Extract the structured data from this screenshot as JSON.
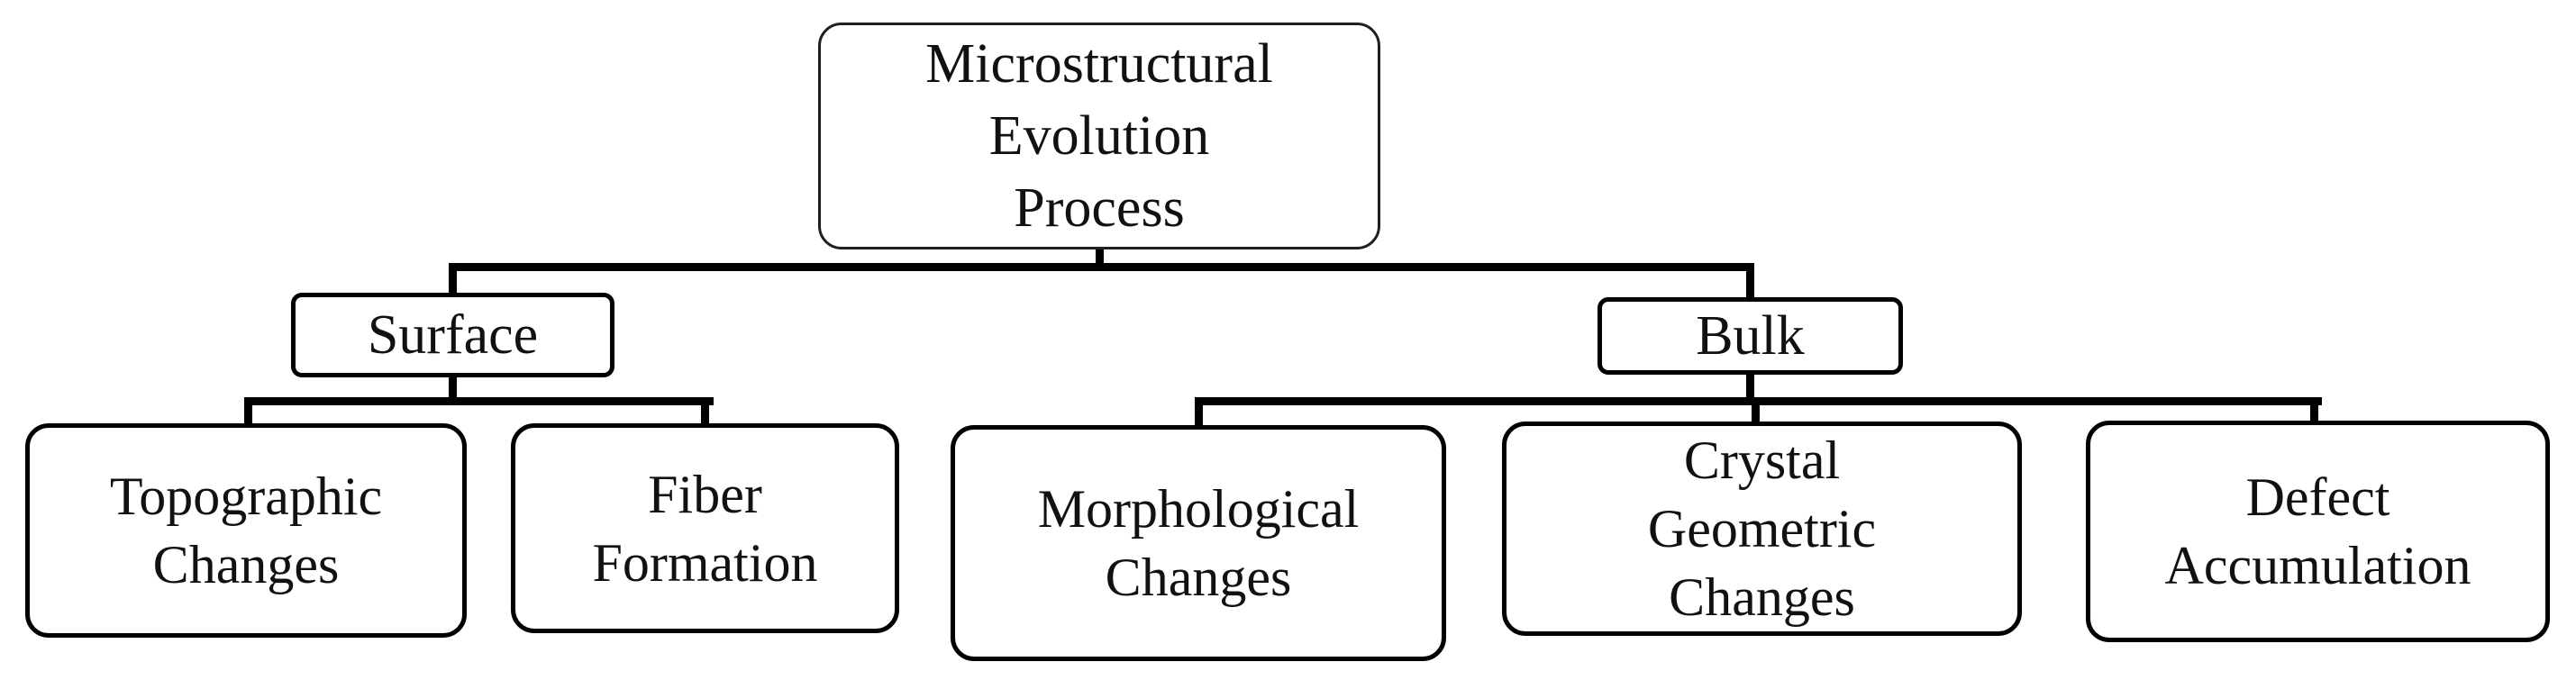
{
  "figure": {
    "type": "hierarchy-diagram",
    "title": "Microstructural Evolution Process hierarchy",
    "background_color": "#ffffff",
    "line_color": "#000000",
    "border_color": "#000000",
    "text_color": "#111111"
  },
  "nodes": {
    "root": {
      "label": "Microstructural Evolution Process",
      "lines": [
        "Microstructural",
        "Evolution",
        "Process"
      ],
      "children": [
        "surface",
        "bulk"
      ]
    },
    "surface": {
      "label": "Surface",
      "lines": [
        "Surface"
      ],
      "children": [
        "topographic_changes",
        "fiber_formation"
      ]
    },
    "bulk": {
      "label": "Bulk",
      "lines": [
        "Bulk"
      ],
      "children": [
        "morphological_changes",
        "crystal_geometric_changes",
        "defect_accumulation"
      ]
    },
    "topographic_changes": {
      "label": "Topographic Changes",
      "lines": [
        "Topographic",
        "Changes"
      ],
      "children": []
    },
    "fiber_formation": {
      "label": "Fiber Formation",
      "lines": [
        "Fiber",
        "Formation"
      ],
      "children": []
    },
    "morphological_changes": {
      "label": "Morphological Changes",
      "lines": [
        "Morphological",
        "Changes"
      ],
      "children": []
    },
    "crystal_geometric_changes": {
      "label": "Crystal Geometric Changes",
      "lines": [
        "Crystal",
        "Geometric",
        "Changes"
      ],
      "children": []
    },
    "defect_accumulation": {
      "label": "Defect Accumulation",
      "lines": [
        "Defect",
        "Accumulation"
      ],
      "children": []
    }
  }
}
